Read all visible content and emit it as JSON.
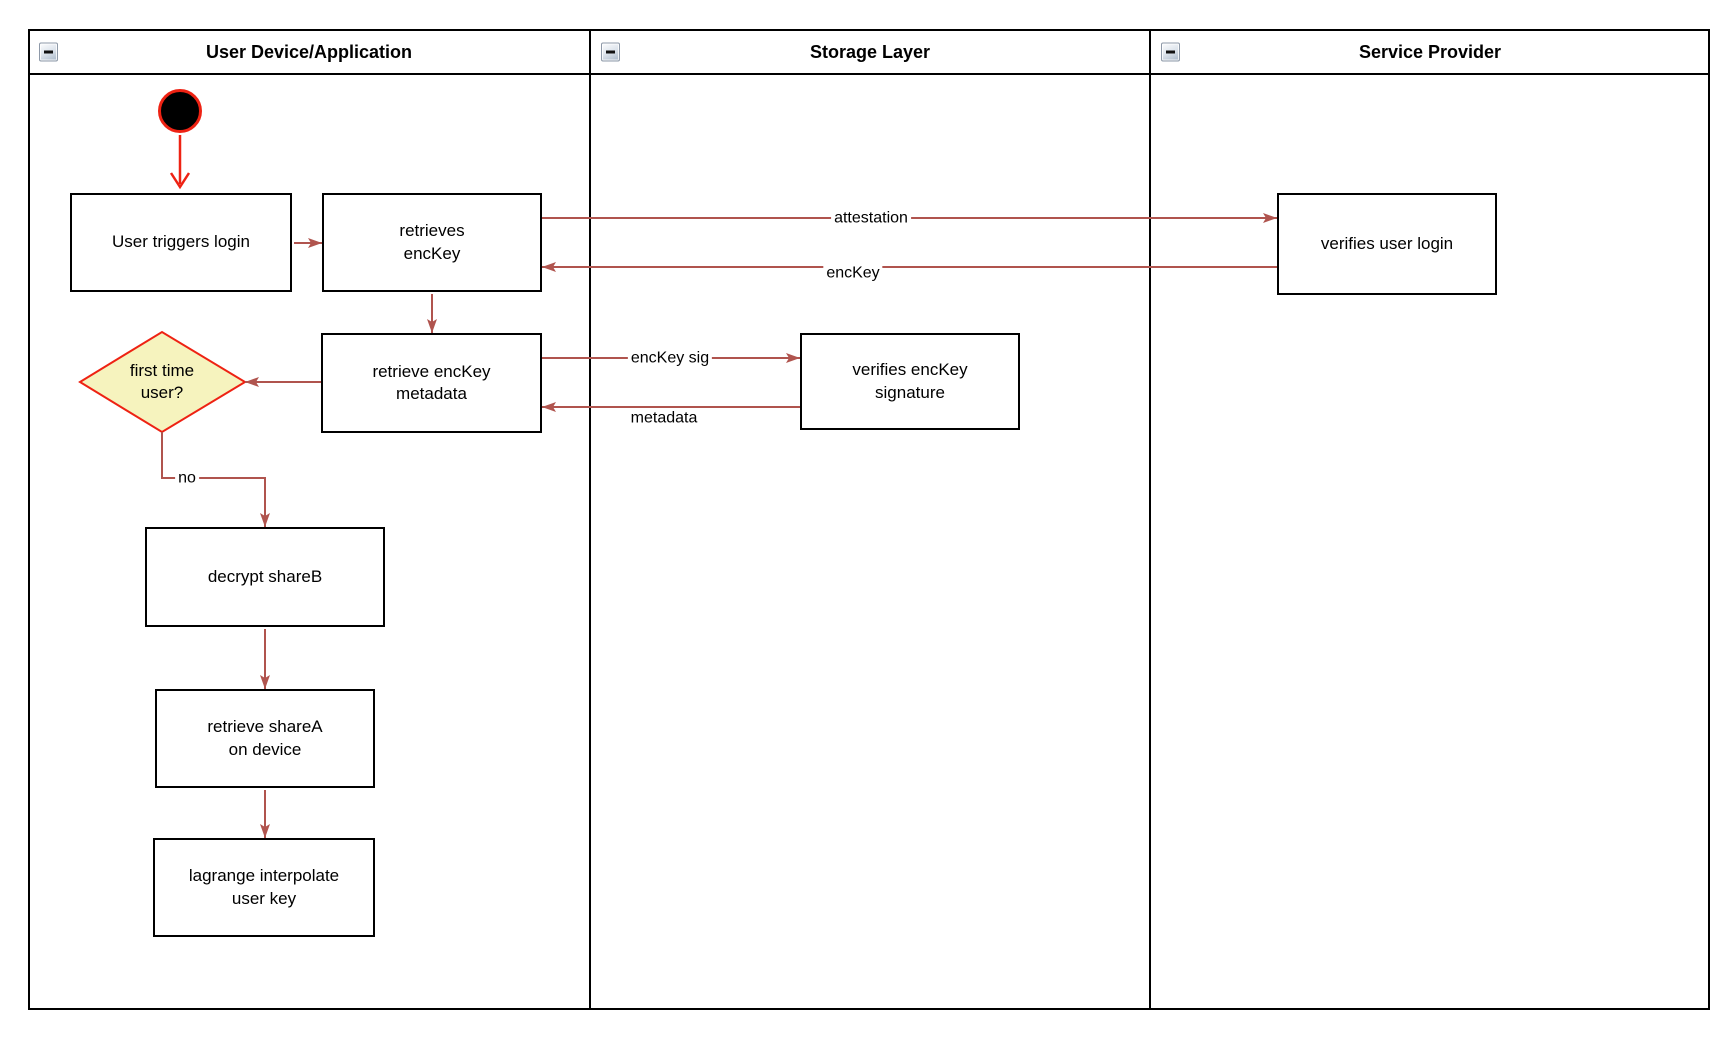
{
  "lanes": {
    "lane1": {
      "title": "User Device/Application"
    },
    "lane2": {
      "title": "Storage Layer"
    },
    "lane3": {
      "title": "Service Provider"
    }
  },
  "nodes": {
    "start": "start",
    "user_triggers_login": "User triggers login",
    "retrieves_enckey": "retrieves\nencKey",
    "retrieve_enckey_metadata": "retrieve encKey\nmetadata",
    "verifies_enckey_signature": "verifies encKey\nsignature",
    "verifies_user_login": "verifies user login",
    "first_time_user": "first time\nuser?",
    "decrypt_shareb": "decrypt shareB",
    "retrieve_sharea": "retrieve shareA\non device",
    "lagrange_interpolate": "lagrange interpolate\nuser key"
  },
  "edge_labels": {
    "attestation": "attestation",
    "enckey": "encKey",
    "enckey_sig": "encKey sig",
    "metadata": "metadata",
    "no": "no"
  },
  "colors": {
    "flow_arrow": "#B0544E",
    "accent_red": "#EE2213",
    "diamond_fill": "#F6F3BE",
    "node_border": "#000000"
  }
}
